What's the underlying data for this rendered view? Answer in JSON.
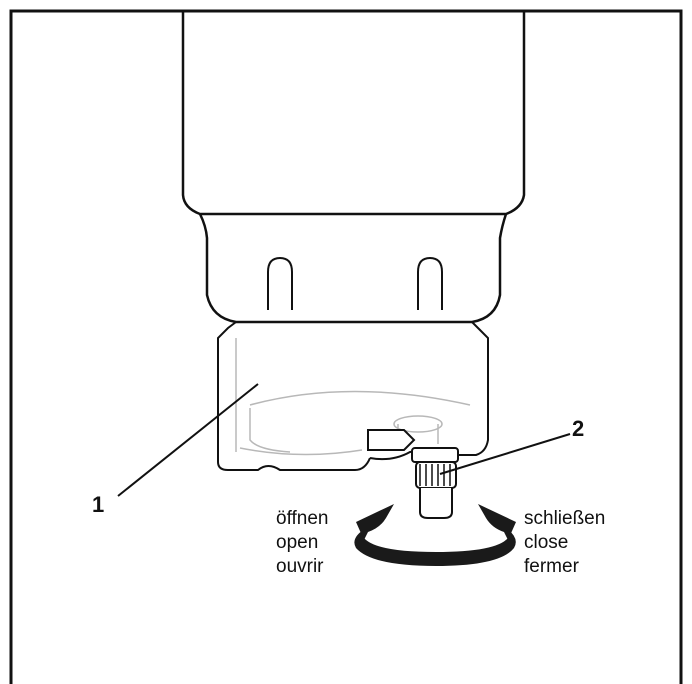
{
  "callouts": {
    "part1": "1",
    "part2": "2"
  },
  "open_label": {
    "de": "öffnen",
    "en": "open",
    "fr": "ouvrir"
  },
  "close_label": {
    "de": "schließen",
    "en": "close",
    "fr": "fermer"
  },
  "colors": {
    "line": "#111111",
    "background": "#ffffff",
    "bowl_outline": "#b8b8b8",
    "arrow_fill": "#1a1a1a"
  }
}
